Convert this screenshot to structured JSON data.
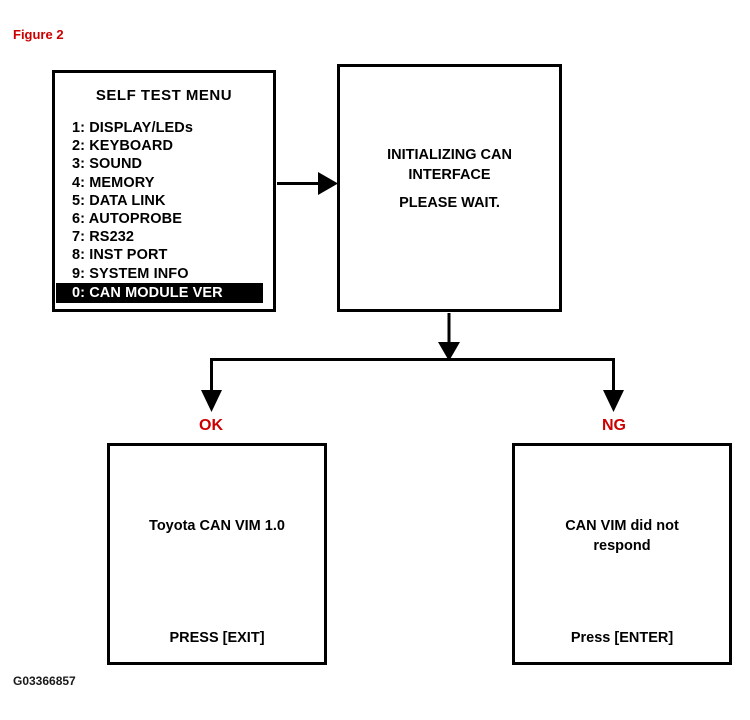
{
  "figure": {
    "title": "Figure 2",
    "caption_code": "G03366857",
    "accent_color": "#cc0000",
    "line_color": "#000000"
  },
  "menu_screen": {
    "title": "SELF TEST MENU",
    "items": [
      {
        "key": "1:",
        "label": "DISPLAY/LEDs",
        "selected": false
      },
      {
        "key": "2:",
        "label": "KEYBOARD",
        "selected": false
      },
      {
        "key": "3:",
        "label": "SOUND",
        "selected": false
      },
      {
        "key": "4:",
        "label": "MEMORY",
        "selected": false
      },
      {
        "key": "5:",
        "label": "DATA LINK",
        "selected": false
      },
      {
        "key": "6:",
        "label": "AUTOPROBE",
        "selected": false
      },
      {
        "key": "7:",
        "label": "RS232",
        "selected": false
      },
      {
        "key": "8:",
        "label": "INST PORT",
        "selected": false
      },
      {
        "key": "9:",
        "label": "SYSTEM INFO",
        "selected": false
      },
      {
        "key": "0:",
        "label": "CAN MODULE VER",
        "selected": true
      }
    ]
  },
  "init_screen": {
    "line1": "INITIALIZING CAN",
    "line2": "INTERFACE",
    "wait": "PLEASE WAIT."
  },
  "branches": {
    "ok_label": "OK",
    "ng_label": "NG"
  },
  "ok_screen": {
    "message": "Toyota CAN VIM 1.0",
    "prompt": "PRESS [EXIT]"
  },
  "ng_screen": {
    "message_line1": "CAN VIM did not",
    "message_line2": "respond",
    "prompt": "Press [ENTER]"
  }
}
